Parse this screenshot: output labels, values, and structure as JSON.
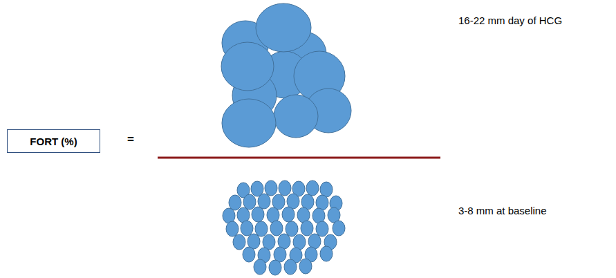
{
  "diagram": {
    "nodes": [
      {
        "text": [
          "FORT (%)"
        ]
      }
    ],
    "labels": [
      "=",
      "16-22 mm day of HCG",
      "3-8 mm at baseline"
    ]
  }
}
